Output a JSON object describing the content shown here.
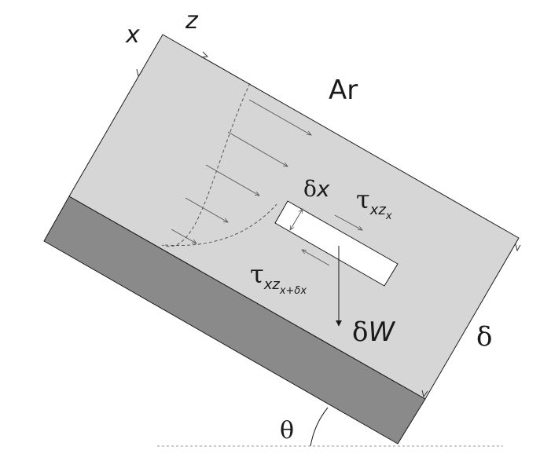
{
  "labels": {
    "x_axis": "x",
    "z_axis": "z",
    "fluid": "Ar",
    "element_length_delta": "δ",
    "element_length_var": "x",
    "shear_top_tau": "τ",
    "shear_top_sub": "xz",
    "shear_top_subsub": "x",
    "shear_bottom_tau": "τ",
    "shear_bottom_sub": "xz",
    "shear_bottom_subsub": "x+δx",
    "weight_delta": "δ",
    "weight_var": "W",
    "thickness": "δ",
    "angle": "θ"
  },
  "colors": {
    "fluid_fill": "#d6d6d6",
    "plate_fill": "#8a8a8a",
    "outline": "#1a1a1a",
    "element_fill": "#ffffff",
    "arrow": "#555555"
  }
}
